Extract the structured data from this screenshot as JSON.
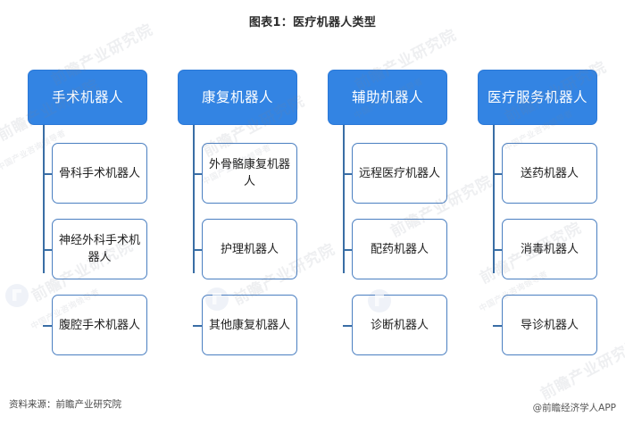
{
  "title": "图表1：医疗机器人类型",
  "footer": {
    "source": "资料来源：前瞻产业研究院",
    "app": "@前瞻经济学人APP"
  },
  "theme": {
    "header_fill": "#3384e3",
    "header_text": "#ffffff",
    "child_border": "#4a7fc1",
    "child_fill": "#ffffff",
    "connector": "#3a6ea5",
    "title_text": "#2b2b2b"
  },
  "chart_data": {
    "type": "diagram",
    "title": "图表1：医疗机器人类型",
    "layout": "four-column tree, each root with child leaf nodes",
    "columns": [
      {
        "header": "手术机器人",
        "children": [
          "骨科手术机器人",
          "神经外科手术机器人",
          "腹腔手术机器人"
        ]
      },
      {
        "header": "康复机器人",
        "children": [
          "外骨骼康复机器人",
          "护理机器人",
          "其他康复机器人"
        ]
      },
      {
        "header": "辅助机器人",
        "children": [
          "远程医疗机器人",
          "配药机器人",
          "诊断机器人"
        ]
      },
      {
        "header": "医疗服务机器人",
        "children": [
          "送药机器人",
          "消毒机器人",
          "导诊机器人"
        ]
      }
    ]
  },
  "watermarks": {
    "big": "前瞻产业研究院",
    "small": "中国产业咨询领导者"
  }
}
